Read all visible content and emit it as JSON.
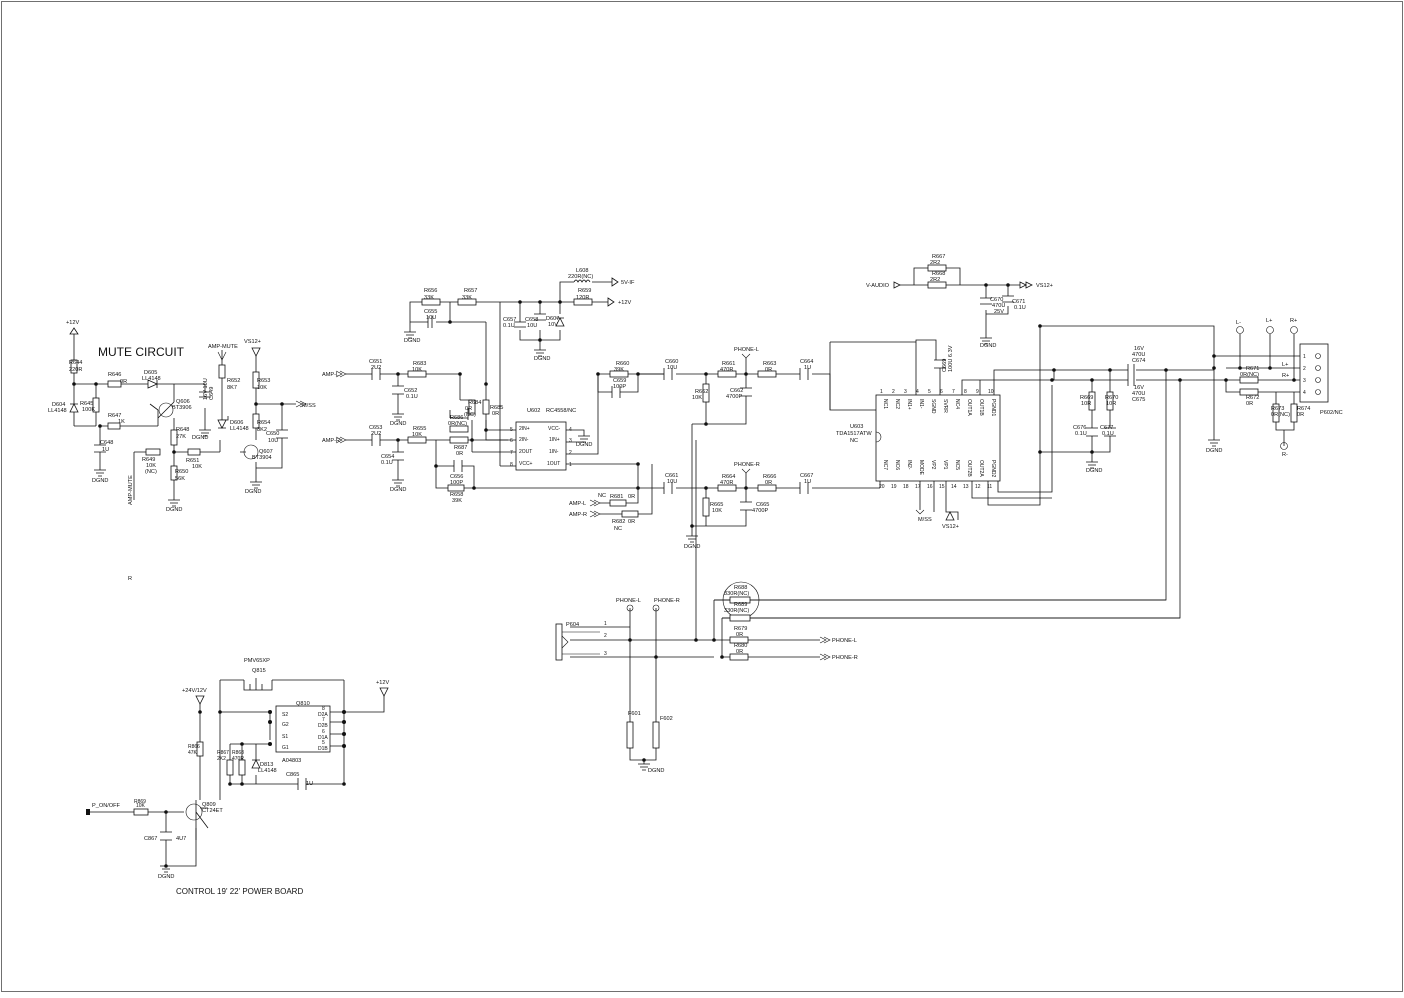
{
  "titles": {
    "mute": "MUTE CIRCUIT",
    "power": "CONTROL 19' 22' POWER BOARD"
  },
  "nets": {
    "p12": "+12V",
    "ampmute": "AMP-MUTE",
    "vs12": "VS12+",
    "mss": "M/SS",
    "ampl": "AMP-L",
    "ampr": "AMP-R",
    "v5f": "5V-IF",
    "p12b": "+12V",
    "phonel": "PHONE-L",
    "phoner": "PHONE-R",
    "vaudio": "V-AUDIO",
    "vs12b": "VS12+",
    "lminus": "L-",
    "lplus": "L+",
    "rplus": "R+",
    "rminus": "R-",
    "ampl2": "AMP-L",
    "ampr2": "AMP-R",
    "p24": "+24V/12V",
    "p12c": "+12V",
    "ponoff": "P_ON/OFF",
    "phonel3": "PHONE-L",
    "phoner3": "PHONE-R",
    "phonel4": "PHONE-L",
    "phoner4": "PHONE-R",
    "mss2": "M/SS",
    "vs12c": "VS12+"
  },
  "ground": "DGND",
  "mute": {
    "r644": "R644",
    "r644v": "220R",
    "r646": "R646",
    "r646v": "0R",
    "d605": "D605",
    "d605v": "LL4148",
    "d604": "D604",
    "d604v": "LL4148",
    "r645": "R645",
    "r645v": "100K",
    "r647": "R647",
    "r647v": "1K",
    "c648": "C648",
    "c648v": "1U",
    "q606": "Q606",
    "q606v": "BT3906",
    "c649": "C649",
    "c649v": "16V 10U",
    "r648": "R648",
    "r648v": "27K",
    "r652": "R652",
    "r652v": "8K7",
    "r653": "R653",
    "r653v": "10K",
    "d606": "D606",
    "d606v": "LL4148",
    "r654": "R654",
    "r654v": "8K2",
    "c650": "C650",
    "c650v": "10U",
    "r649": "R649",
    "r649v": "10K",
    "r649nc": "(NC)",
    "r651": "R651",
    "r651v": "10K",
    "r650": "R650",
    "r650v": "56K",
    "q607": "Q607",
    "q607v": "BT3904",
    "stray": "R"
  },
  "opamp": {
    "name": "U602",
    "part": "RC4558/NC",
    "pins": {
      "p5": "5",
      "p6": "6",
      "p7": "7",
      "p8": "8",
      "p4": "4",
      "p3": "3",
      "p2": "2",
      "p1": "1"
    },
    "pinnames": {
      "in2p": "2IN+",
      "in2m": "2IN-",
      "out2": "2OUT",
      "vccp": "VCC+",
      "vccm": "VCC-",
      "in1p": "1IN+",
      "in1m": "1IN-",
      "out1": "1OUT"
    },
    "c651": "C651",
    "c651v": "2U2",
    "r683": "R683",
    "r683v": "10K",
    "c652": "C652",
    "c652v": "0.1U",
    "c653": "C653",
    "c653v": "2U2",
    "r655": "R655",
    "r655v": "10K",
    "c654": "C654",
    "c654v": "0.1U",
    "r656": "R656",
    "r656v": "33K",
    "r657": "R657",
    "r657v": "33K",
    "c655": "C655",
    "c655v": "10U",
    "c657": "C657",
    "c657v": "0.1U",
    "c658": "C658",
    "c658v": "10U",
    "d607": "D607",
    "d607v": "10V",
    "l608": "L608",
    "l608v": "220R(NC)",
    "r659": "R659",
    "r659v": "120R",
    "r684": "R684",
    "r684v": "0R",
    "r684nc": "(NC)",
    "r685": "R685",
    "r685v": "0R",
    "r686": "R686",
    "r686v": "0R(NC)",
    "r687": "R687",
    "r687v": "0R",
    "c656": "C656",
    "c656v": "100P",
    "r658": "R658",
    "r658v": "39K",
    "r660": "R660",
    "r660v": "39K",
    "c659": "C659",
    "c659v": "100P"
  },
  "mid": {
    "c660": "C660",
    "c660v": "10U",
    "r661": "R661",
    "r661v": "470R",
    "r663": "R663",
    "r663v": "0R",
    "c664": "C664",
    "c664v": "1U",
    "r662": "R662",
    "r662v": "10K",
    "c662": "C662",
    "c662v": "4700P",
    "c661": "C661",
    "c661v": "10U",
    "r664": "R664",
    "r664v": "470R",
    "r666": "R666",
    "r666v": "0R",
    "c667": "C667",
    "c667v": "1U",
    "r665": "R665",
    "r665v": "10K",
    "c665": "C665",
    "c665v": "4700P",
    "nc": "NC",
    "r681": "R681",
    "r681v": "0R",
    "r682": "R682",
    "r682v": "0R",
    "r682nc": "NC"
  },
  "amp": {
    "name": "U603",
    "part": "TDA1517ATW",
    "nc": "NC",
    "toppins": [
      "1",
      "2",
      "3",
      "4",
      "5",
      "6",
      "7",
      "8",
      "9",
      "10"
    ],
    "topnames": [
      "NC1",
      "NC2",
      "IN1+",
      "IN1-",
      "SGND",
      "SVRR",
      "NC4",
      "OUT1A",
      "OUT1B",
      "PGND1"
    ],
    "botpins": [
      "20",
      "19",
      "18",
      "17",
      "16",
      "15",
      "14",
      "13",
      "12",
      "11"
    ],
    "botnames": [
      "NC7",
      "NC6",
      "IN2-",
      "MODE",
      "VP2",
      "VP1",
      "NC5",
      "OUT2B",
      "OUT2A",
      "PGND2"
    ],
    "c669": "C669",
    "c669v": "100U 6.3V",
    "r667": "R667",
    "r667v": "2R2",
    "r668": "R668",
    "r668v": "2R2",
    "c670": "C670",
    "c670v": "470U",
    "c670v2": "25V",
    "c671": "C671",
    "c671v": "0.1U",
    "c674": "C674",
    "c674v": "16V",
    "c674v2": "470U",
    "c675": "C675",
    "c675v": "16V",
    "c675v2": "470U",
    "r669": "R669",
    "r669v": "10R",
    "r670": "R670",
    "r670v": "10R",
    "c676": "C676",
    "c676v": "0.1U",
    "c677": "C677",
    "c677v": "0.1U"
  },
  "connector": {
    "r671": "R671",
    "r671v": "0R(NC)",
    "r672": "R672",
    "r672v": "0R",
    "r673": "R673",
    "r673v": "0R(NC)",
    "r674": "R674",
    "r674v": "0R",
    "name": "P602/NC",
    "pins": [
      "1",
      "2",
      "3",
      "4"
    ]
  },
  "jack": {
    "p604": "P604",
    "pins": [
      "1",
      "2",
      "3"
    ],
    "f601": "F601",
    "f602": "F602",
    "r688": "R688",
    "r688v": "330R(NC)",
    "r689": "R689",
    "r689v": "330R(NC)",
    "r679": "R679",
    "r679v": "0R",
    "r680": "R680",
    "r680v": "0R"
  },
  "power": {
    "q815": "Q815",
    "q815v": "PMV65XP",
    "q810": "Q810",
    "q810v": "A04803",
    "pins": [
      "8",
      "7",
      "6",
      "5"
    ],
    "lpins": [
      "S2",
      "G2",
      "S1",
      "G1"
    ],
    "rpins": [
      "D2A",
      "D2B",
      "D1A",
      "D1B"
    ],
    "r866": "R866",
    "r866v": "47K",
    "r867": "R867",
    "r867v": "2K2",
    "r868": "R868",
    "r868v": "470R",
    "d813": "D813",
    "d813v": "LL4148",
    "c865": "C865",
    "c865v": "1U",
    "r869": "R869",
    "r869v": "10K",
    "q809": "Q809",
    "q809v": "CT24ET",
    "c867": "C867",
    "c867v": "4U7"
  }
}
